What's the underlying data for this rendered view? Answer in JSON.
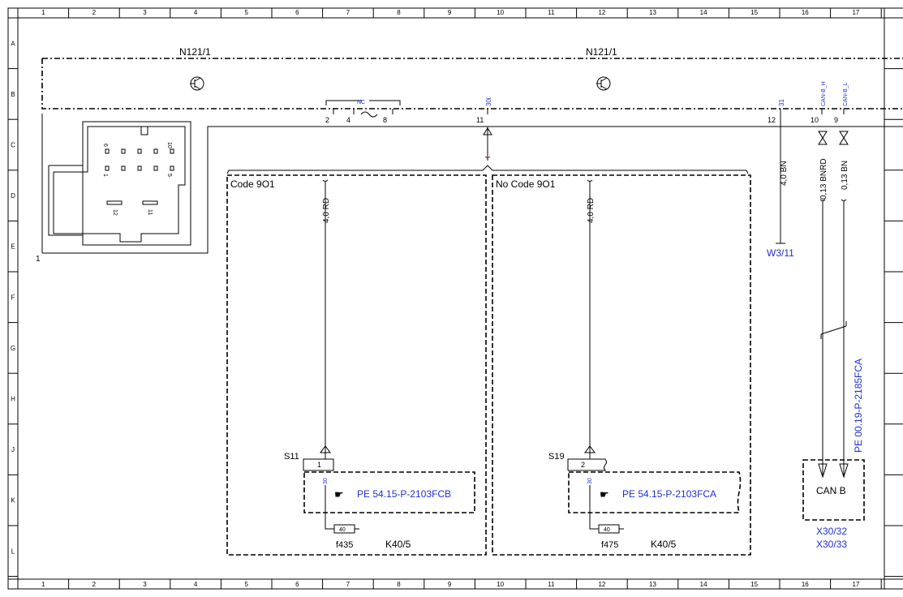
{
  "grid": {
    "columns": [
      "1",
      "2",
      "3",
      "4",
      "5",
      "6",
      "7",
      "8",
      "9",
      "10",
      "11",
      "12",
      "13",
      "14",
      "15",
      "16",
      "17"
    ],
    "rows": [
      "A",
      "B",
      "C",
      "D",
      "E",
      "F",
      "G",
      "H",
      "J",
      "K",
      "L"
    ]
  },
  "components": {
    "n121_left": "N121/1",
    "n121_right": "N121/1",
    "connector_ref": "1",
    "nc_label": "NC",
    "pin_labels": {
      "p2": "2",
      "p4": "4",
      "p8": "8",
      "p11": "11",
      "p12": "12",
      "p10": "10",
      "p9": "9"
    },
    "signal_labels": {
      "s30i": "30i",
      "s31": "31",
      "can_h": "CAN-B_H",
      "can_l": "CAN-B_L"
    },
    "connector_pins": [
      "6",
      "1",
      "10",
      "5",
      "12",
      "11"
    ]
  },
  "wires": {
    "w_left": "4,0 RD",
    "w_mid": "4,0 RD",
    "w_bn": "4,0 BN",
    "w_bnrd": "0,13 BNRD",
    "w_bn2": "0,13 BN"
  },
  "ground": {
    "label": "W3/11"
  },
  "code_boxes": {
    "left": {
      "title": "Code 9O1",
      "splice": "S11",
      "splice_pin": "1",
      "pin30": "30",
      "pe_ref": "PE 54.15-P-2103FCB",
      "fuse_value": "40",
      "fuse_name": "f435",
      "module": "K40/5"
    },
    "right": {
      "title": "No Code 9O1",
      "splice": "S19",
      "splice_pin": "2",
      "pin30": "30",
      "pe_ref": "PE 54.15-P-2103FCA",
      "fuse_value": "40",
      "fuse_name": "f475",
      "module": "K40/5"
    }
  },
  "can": {
    "box_label": "CAN B",
    "pe_ref": "PE 00.19-P-2185FCA",
    "x1": "X30/32",
    "x2": "X30/33"
  }
}
